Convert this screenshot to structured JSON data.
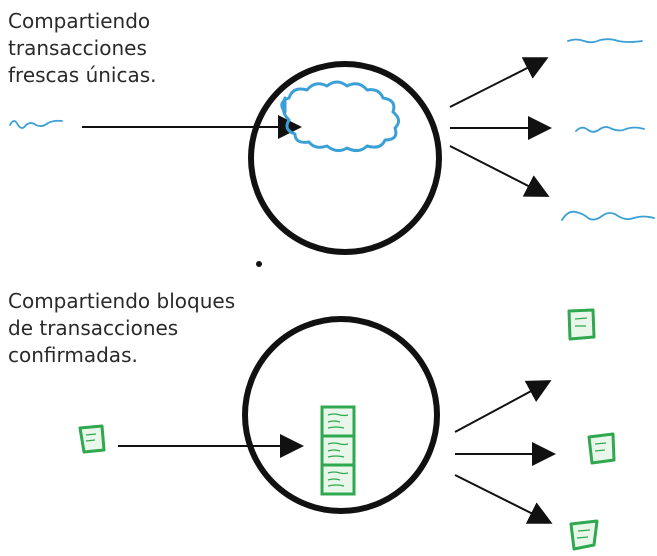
{
  "top_section": {
    "caption_lines": [
      "Compartiendo",
      "transacciones",
      "frescas únicas."
    ]
  },
  "bottom_section": {
    "caption_lines": [
      "Compartiendo bloques",
      "de transacciones",
      "confirmadas."
    ]
  },
  "colors": {
    "ink": "#111111",
    "transaction_squiggle": "#3aa0d6",
    "block": "#2fa84f",
    "block_fill": "#e9f7ea"
  },
  "icons": [
    "transaction-squiggle-icon",
    "mempool-cloud-icon",
    "block-icon",
    "blockchain-stack-icon",
    "arrow-icon"
  ]
}
